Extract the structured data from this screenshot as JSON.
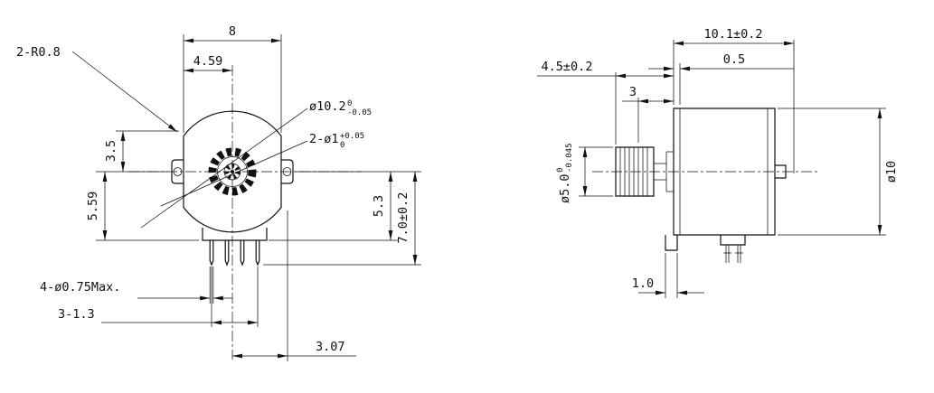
{
  "drawing": {
    "front_view": {
      "corner_radius_label": "2-R0.8",
      "top_width": "8",
      "hole_offset": "4.59",
      "pilot_dia": "ø10.2",
      "pilot_dia_tol_upper": "0",
      "pilot_dia_tol_lower": "-0.05",
      "holes_label": "2-ø1",
      "holes_tol_upper": "+0.05",
      "holes_tol_lower": "0",
      "height_upper": "3.5",
      "height_lower": "5.59",
      "depth_to_connector": "5.3",
      "depth_to_pin_tip": "7.0±0.2",
      "pins_label": "4-ø0.75Max.",
      "pin_pitch": "3-1.3",
      "pin_offset": "3.07"
    },
    "side_view": {
      "overall_length": "10.1±0.2",
      "plate_thickness": "0.5",
      "shaft_length": "4.5±0.2",
      "gear_offset": "3",
      "gear_dia": "ø5.0",
      "gear_dia_tol_upper": "0",
      "gear_dia_tol_lower": "-0.045",
      "body_dia": "ø10",
      "tab_thickness": "1.0"
    }
  }
}
